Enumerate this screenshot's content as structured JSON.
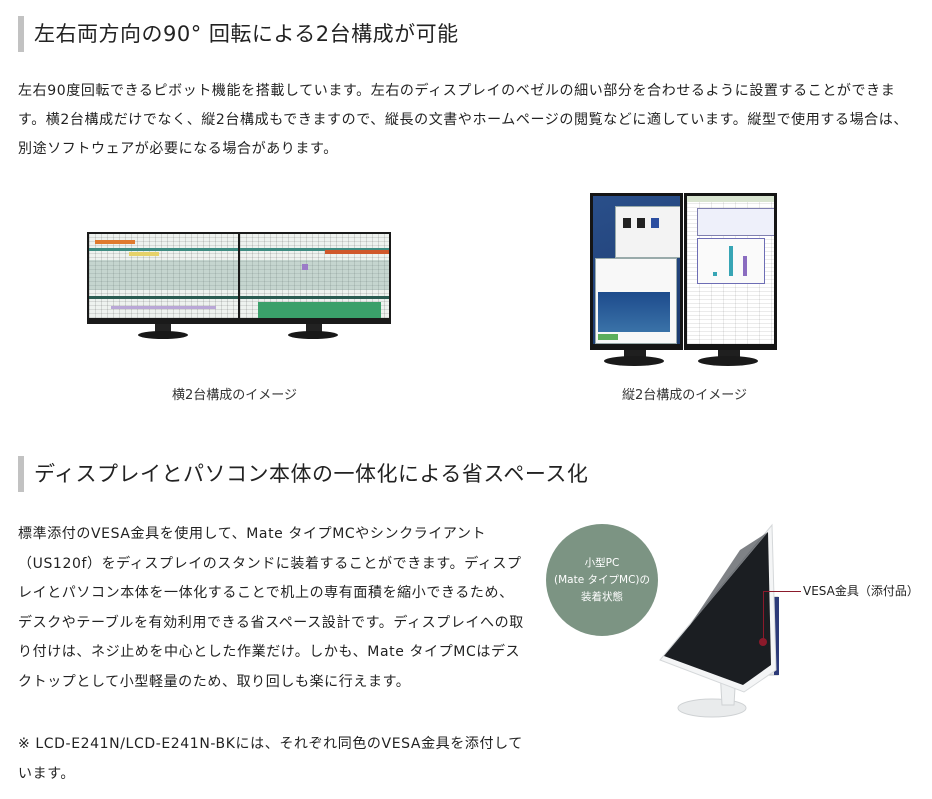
{
  "section1": {
    "heading": "左右両方向の90° 回転による2台構成が可能",
    "paragraph": "左右90度回転できるピボット機能を搭載しています。左右のディスプレイのベゼルの細い部分を合わせるように設置することができます。横2台構成だけでなく、縦2台構成もできますので、縦長の文書やホームページの閲覧などに適しています。縦型で使用する場合は、別途ソフトウェアが必要になる場合があります。",
    "figures": [
      {
        "caption": "横2台構成のイメージ",
        "image": "two-monitors-landscape"
      },
      {
        "caption": "縦2台構成のイメージ",
        "image": "two-monitors-portrait"
      }
    ]
  },
  "section2": {
    "heading": "ディスプレイとパソコン本体の一体化による省スペース化",
    "paragraph": "標準添付のVESA金具を使用して、Mate タイプMCやシンクライアント（US120f）をディスプレイのスタンドに装着することができます。ディスプレイとパソコン本体を一体化することで机上の専有面積を縮小できるため、デスクやテーブルを有効利用できる省スペース設計です。ディスプレイへの取り付けは、ネジ止めを中心とした作業だけ。しかも、Mate タイプMCはデスクトップとして小型軽量のため、取り回しも楽に行えます。",
    "note": "※ LCD-E241N/LCD-E241N-BKには、それぞれ同色のVESA金具を添付しています。",
    "illustration": {
      "badge_lines": [
        "小型PC",
        "(Mate タイプMC)の",
        "装着状態"
      ],
      "callout": "VESA金具（添付品）",
      "badge_color": "#7c9483",
      "callout_color": "#8b1a2b"
    }
  }
}
